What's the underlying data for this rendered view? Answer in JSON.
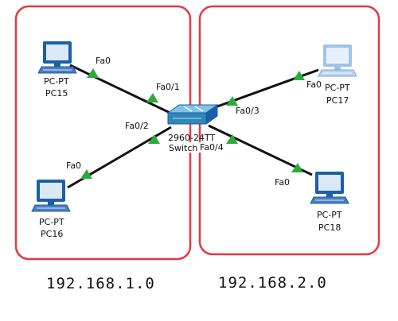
{
  "colors": {
    "zone_border": "#e53945",
    "link": "#111111",
    "port_indicator": "#2eaa3a",
    "device_blue": "#1c5fa7",
    "device_screen": "#dbe9f7",
    "switch_body": "#2f87b8"
  },
  "zones": [
    {
      "network": "192.168.1.0"
    },
    {
      "network": "192.168.2.0"
    }
  ],
  "switch": {
    "model": "2960-24TT",
    "name": "Switch",
    "icon": "switch-icon"
  },
  "pcs": [
    {
      "type": "PC-PT",
      "name": "PC15",
      "port": "Fa0",
      "switch_port": "Fa0/1",
      "icon": "computer-icon"
    },
    {
      "type": "PC-PT",
      "name": "PC16",
      "port": "Fa0",
      "switch_port": "Fa0/2",
      "icon": "computer-icon"
    },
    {
      "type": "PC-PT",
      "name": "PC17",
      "port": "Fa0",
      "switch_port": "Fa0/3",
      "icon": "computer-icon"
    },
    {
      "type": "PC-PT",
      "name": "PC18",
      "port": "Fa0",
      "switch_port": "Fa0/4",
      "icon": "computer-icon"
    }
  ]
}
